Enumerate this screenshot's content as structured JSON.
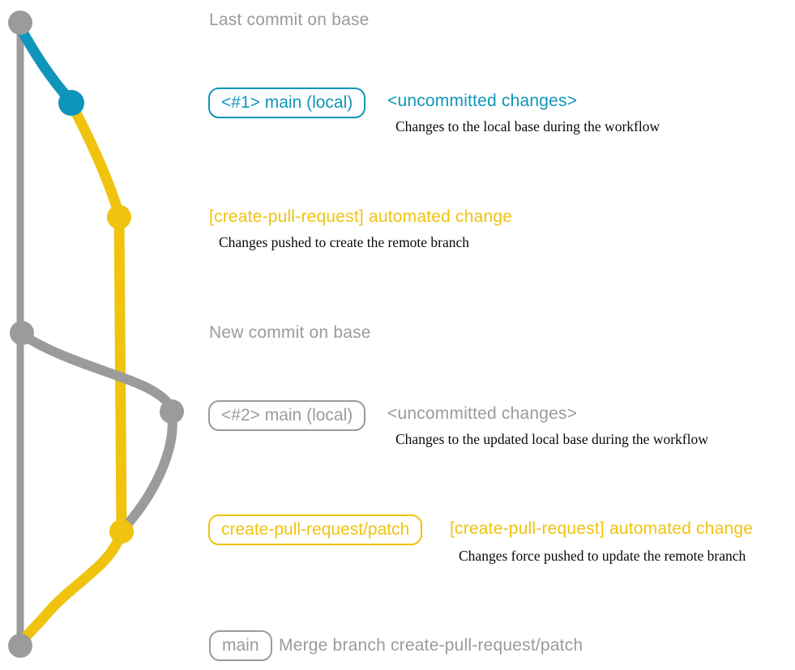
{
  "colors": {
    "gray": "#9b9b9b",
    "teal": "#1095ba",
    "yellow": "#f0c30f",
    "black": "#0a0a0a"
  },
  "annotations": {
    "last_commit": "Last commit on base",
    "branch1_label": "<#1> main (local)",
    "uncommitted1": "<uncommitted changes>",
    "uncommitted1_desc": "Changes to the local base during the workflow",
    "auto_change1": "[create-pull-request] automated change",
    "auto_change1_desc": "Changes pushed to create the remote branch",
    "new_commit": "New commit on base",
    "branch2_label": "<#2> main (local)",
    "uncommitted2": "<uncommitted changes>",
    "uncommitted2_desc": "Changes to the updated local base during the workflow",
    "patch_branch_label": "create-pull-request/patch",
    "auto_change2": "[create-pull-request] automated change",
    "auto_change2_desc": "Changes force pushed to update the remote branch",
    "main_label": "main",
    "merge_label": "Merge branch create-pull-request/patch"
  }
}
